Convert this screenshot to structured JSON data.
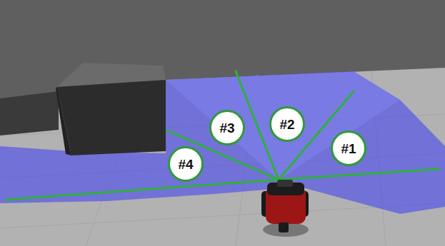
{
  "diagram": {
    "nodes": [
      {
        "text": [
          "#1"
        ]
      },
      {
        "text": [
          "#2"
        ]
      },
      {
        "text": [
          "#3"
        ]
      },
      {
        "text": [
          "#4"
        ]
      }
    ]
  }
}
